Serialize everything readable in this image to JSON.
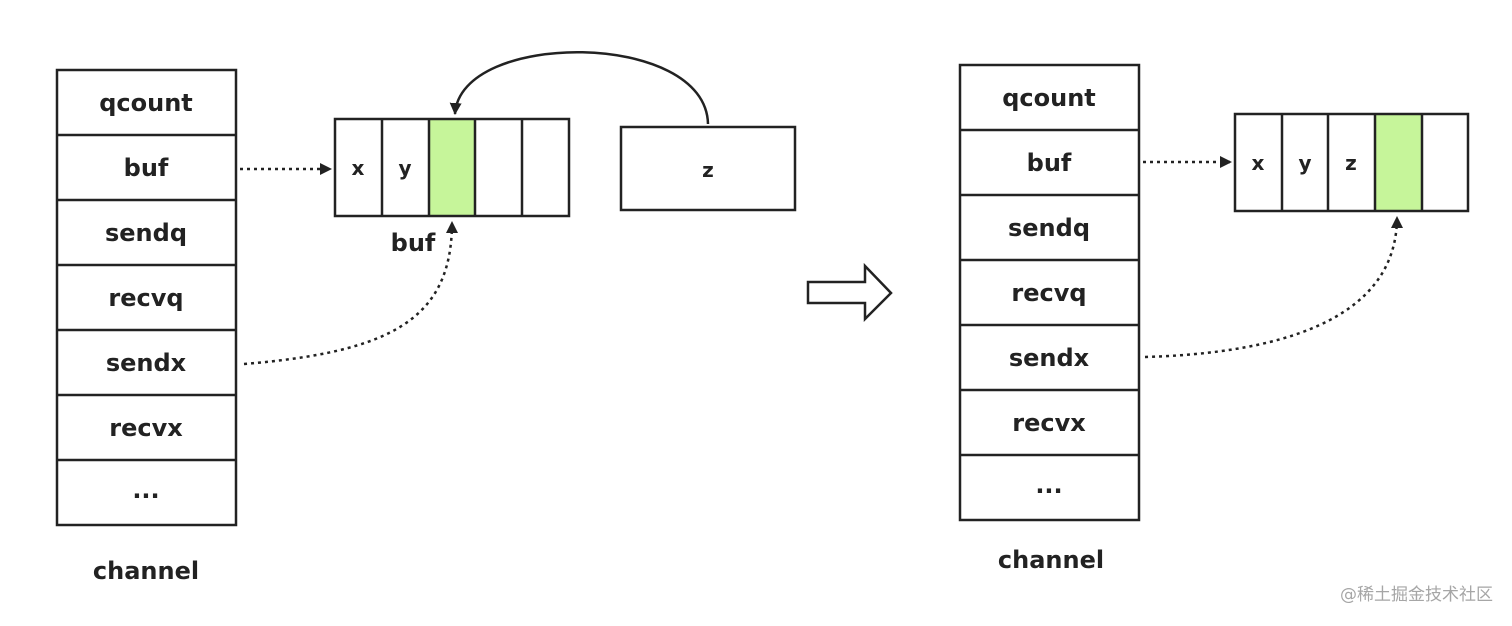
{
  "colors": {
    "stroke": "#222222",
    "highlight": "#c6f59a",
    "text": "#222222",
    "watermark": "#a6a6a6"
  },
  "before": {
    "struct_fields": [
      "qcount",
      "buf",
      "sendq",
      "recvq",
      "sendx",
      "recvx",
      "..."
    ],
    "struct_caption": "channel",
    "buffer_cells": [
      "x",
      "y",
      "",
      "",
      ""
    ],
    "highlight_index": 2,
    "buffer_caption": "buf",
    "incoming_value": "z"
  },
  "after": {
    "struct_fields": [
      "qcount",
      "buf",
      "sendq",
      "recvq",
      "sendx",
      "recvx",
      "..."
    ],
    "struct_caption": "channel",
    "buffer_cells": [
      "x",
      "y",
      "z",
      "",
      ""
    ],
    "highlight_index": 3
  },
  "transition_icon": "right-arrow-outline-icon",
  "watermark": "@稀土掘金技术社区"
}
